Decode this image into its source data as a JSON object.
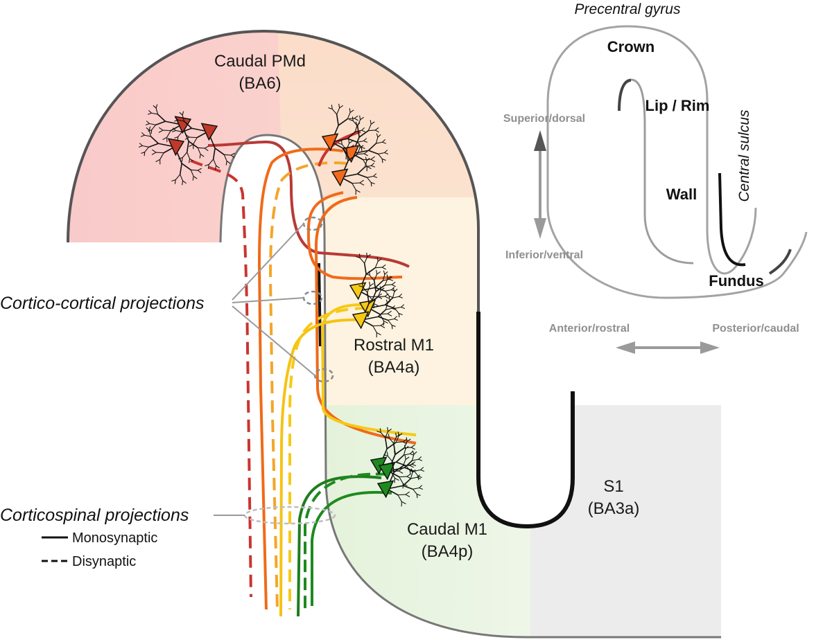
{
  "regions": {
    "caudal_pmd": {
      "name": "Caudal PMd",
      "area": "(BA6)"
    },
    "rostral_m1": {
      "name": "Rostral M1",
      "area": "(BA4a)"
    },
    "caudal_m1": {
      "name": "Caudal M1",
      "area": "(BA4p)"
    },
    "s1": {
      "name": "S1",
      "area": "(BA3a)"
    }
  },
  "projections": {
    "cortico_cortical": "Cortico-cortical projections",
    "corticospinal": "Corticospinal projections"
  },
  "legend": {
    "monosynaptic": "Monosynaptic",
    "disynaptic": "Disynaptic"
  },
  "inset": {
    "title": "Precentral gyrus",
    "crown": "Crown",
    "lip_rim": "Lip / Rim",
    "wall": "Wall",
    "fundus": "Fundus",
    "central_sulcus": "Central sulcus",
    "superior": "Superior/dorsal",
    "inferior": "Inferior/ventral",
    "anterior": "Anterior/rostral",
    "posterior": "Posterior/caudal"
  },
  "colors": {
    "caudal_pmd_neurons": "#c0392b",
    "caudal_pmd_field": "#f9cfcf",
    "orange_neurons": "#f26a1b",
    "orange_field": "#fbdcc8",
    "rostral_m1_neurons": "#f6c915",
    "rostral_m1_field": "#fdf3e0",
    "caudal_m1_neurons": "#1e8a1e",
    "caudal_m1_field": "#e6f3dd",
    "s1_field": "#ececec",
    "axis_arrows": "#9a9a9a"
  }
}
